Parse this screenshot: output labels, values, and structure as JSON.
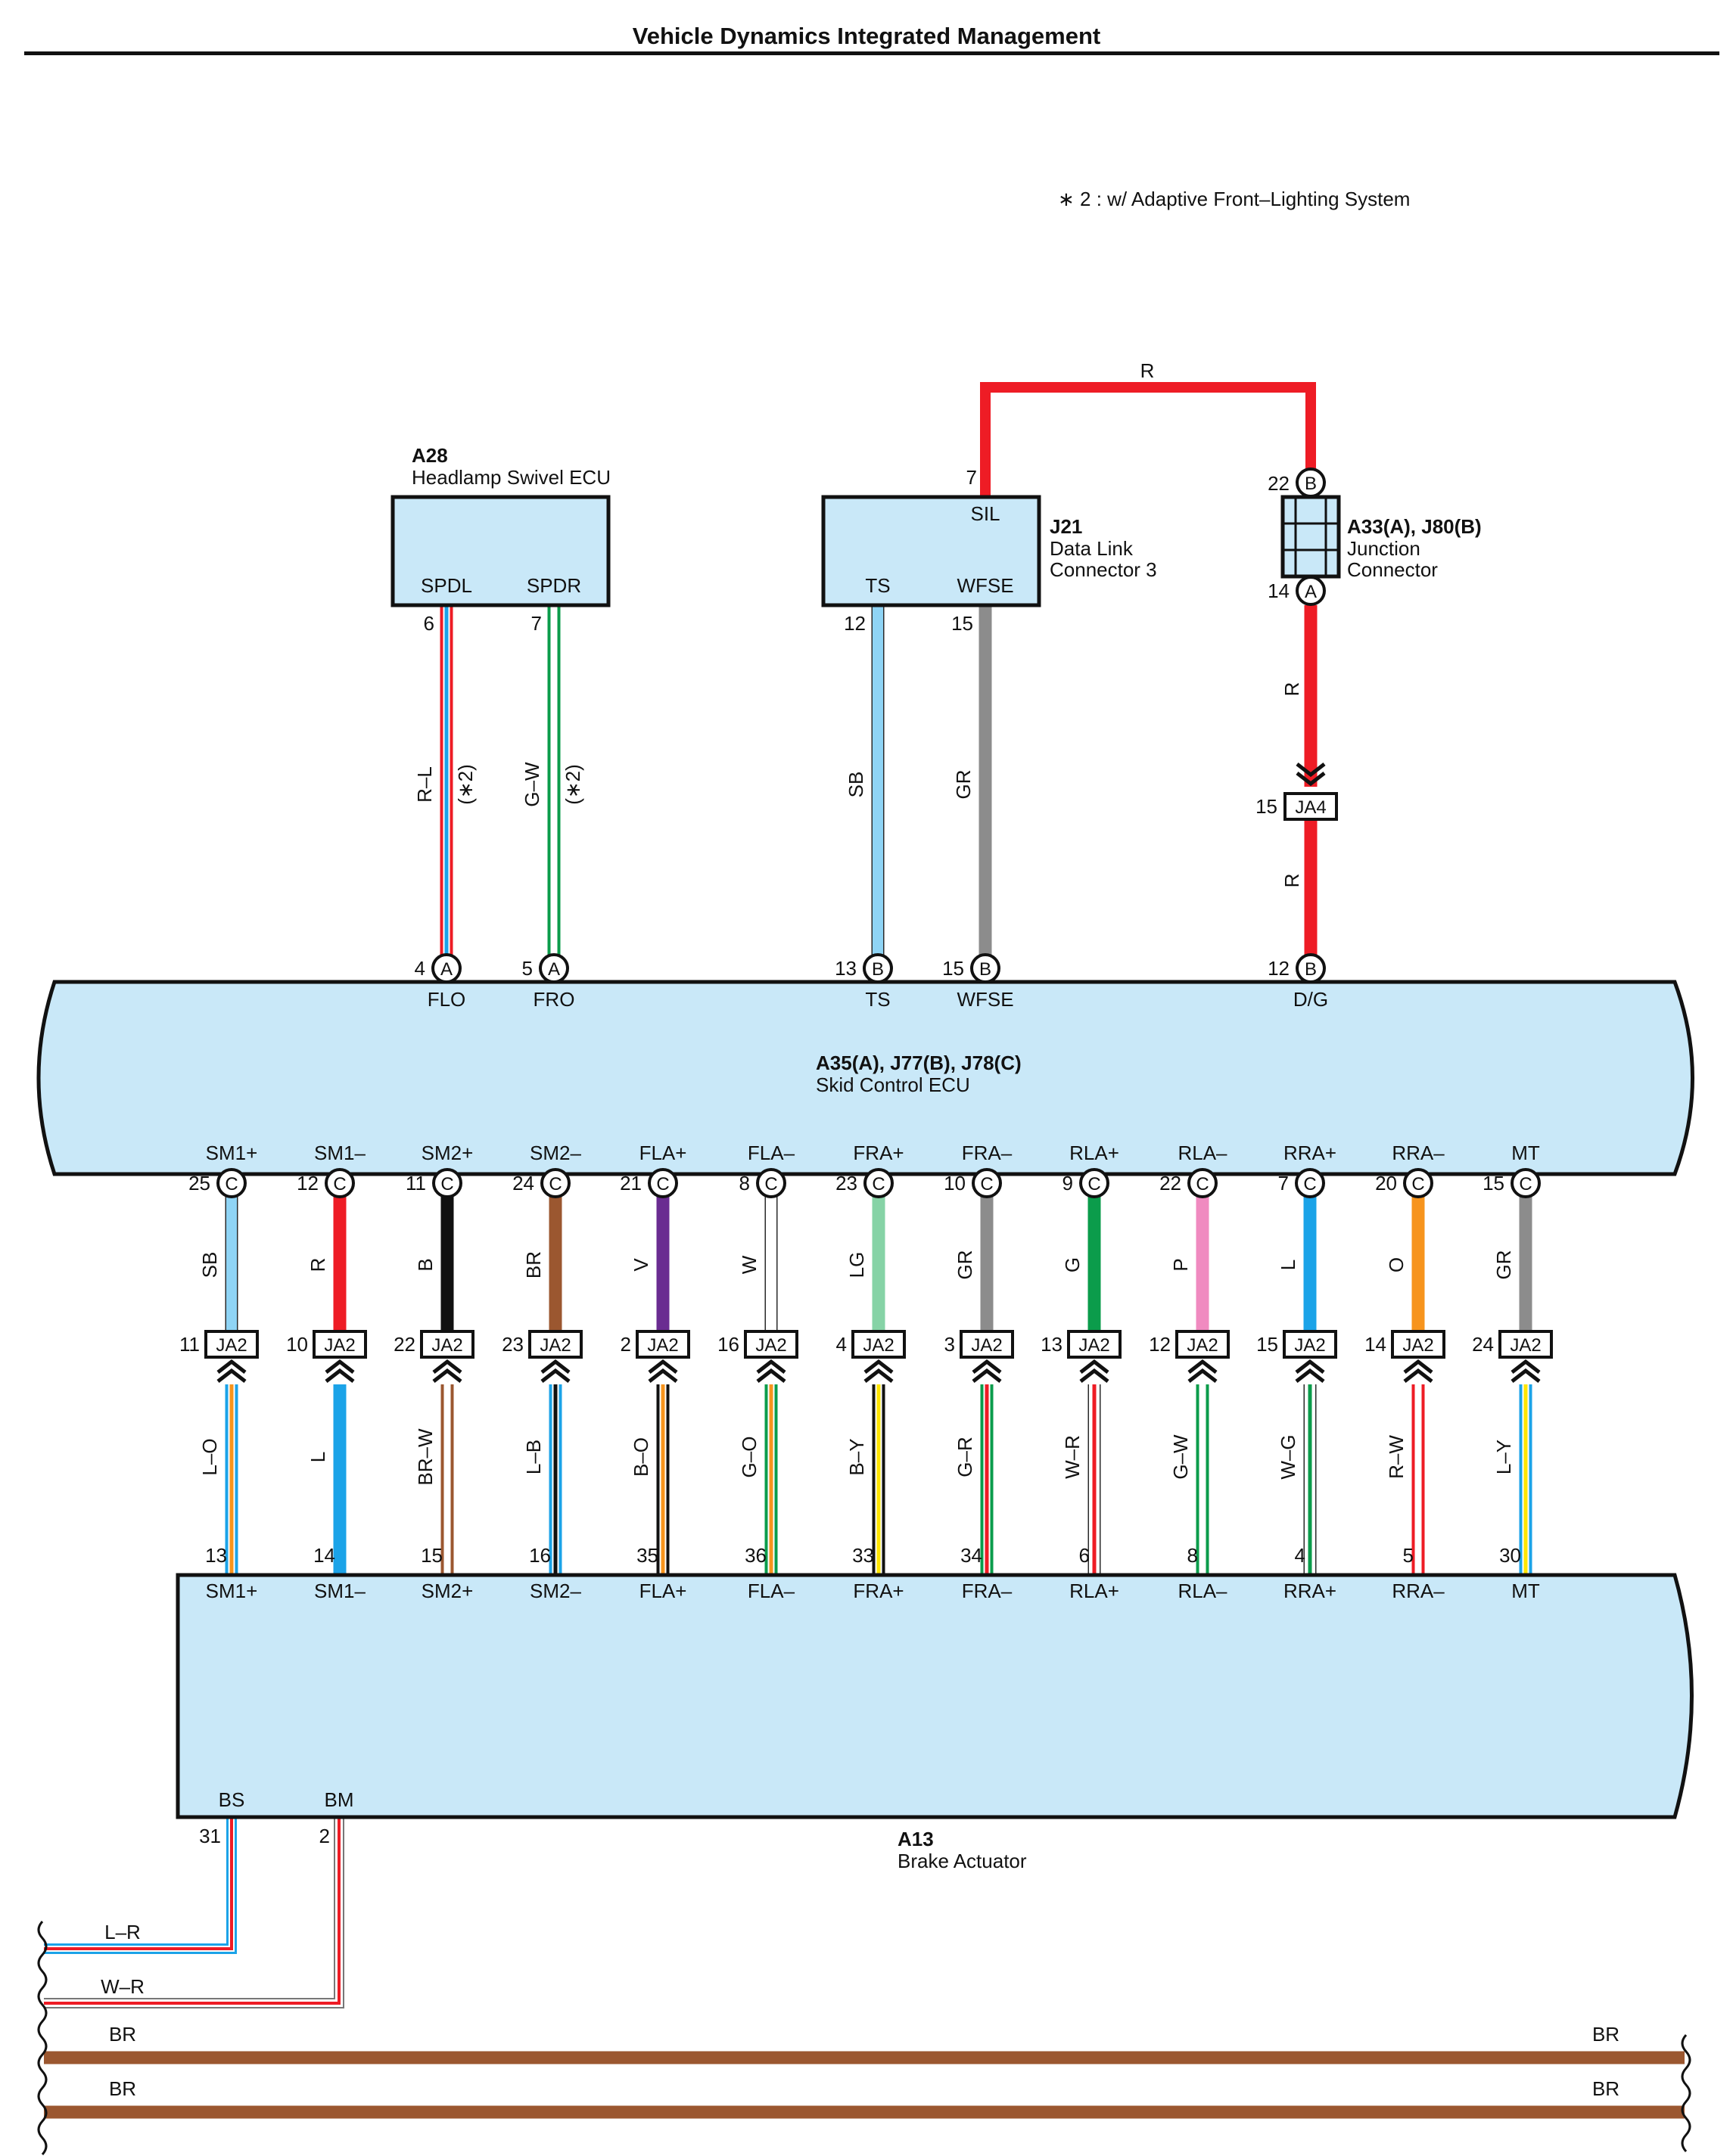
{
  "header": {
    "title": "Vehicle Dynamics Integrated Management"
  },
  "note": "∗ 2 : w/ Adaptive Front–Lighting System",
  "wire_colors": {
    "R": "#ee1c25",
    "L": "#1ba3e8",
    "SB": "#8fd4f5",
    "GR": "#8c8c8c",
    "B": "#111111",
    "BR": "#9b5730",
    "V": "#6a2c91",
    "W": "#ffffff",
    "LG": "#86d3a6",
    "G": "#0b9c4b",
    "P": "#f08ac0",
    "O": "#f7941d",
    "Y": "#ffe500"
  },
  "components": {
    "a28": {
      "code": "A28",
      "name": "Headlamp Swivel ECU",
      "pins": [
        "SPDL",
        "SPDR"
      ]
    },
    "j21": {
      "code": "J21",
      "name_line1": "Data Link",
      "name_line2": "Connector 3",
      "pins": [
        "SIL",
        "TS",
        "WFSE"
      ]
    },
    "a33": {
      "code": "A33(A), J80(B)",
      "name_line1": "Junction",
      "name_line2": "Connector"
    },
    "skid": {
      "code": "A35(A), J77(B), J78(C)",
      "name": "Skid Control ECU"
    },
    "a13": {
      "code": "A13",
      "name": "Brake Actuator"
    }
  },
  "top_wires": [
    {
      "color": "R–L",
      "label": "R–L",
      "note": "(∗2)",
      "top_pin": "6",
      "ecu_pin": "4",
      "ecu_conn": "A",
      "ecu_term": "FLO"
    },
    {
      "color": "G–W",
      "label": "G–W",
      "note": "(∗2)",
      "top_pin": "7",
      "ecu_pin": "5",
      "ecu_conn": "A",
      "ecu_term": "FRO"
    },
    {
      "color": "SB",
      "label": "SB",
      "top_pin": "12",
      "ecu_pin": "13",
      "ecu_conn": "B",
      "ecu_term": "TS"
    },
    {
      "color": "GR",
      "label": "GR",
      "top_pin": "15",
      "ecu_pin": "15",
      "ecu_conn": "B",
      "ecu_term": "WFSE"
    }
  ],
  "sil_wire": {
    "label": "R",
    "sil_pin": "7",
    "jc_top_pin": "22",
    "jc_top_conn": "B",
    "jc_bottom_pin": "14",
    "jc_bottom_conn": "A"
  },
  "dg_wire": {
    "label_upper": "R",
    "label_lower": "R",
    "ja4_pin": "15",
    "ja4": "JA4",
    "ecu_pin": "12",
    "ecu_conn": "B",
    "ecu_term": "D/G"
  },
  "bottom_wires": [
    {
      "term": "SM1+",
      "ecu_pin": "25",
      "upper_color": "SB",
      "ja2_pin": "11",
      "lower_color": "L–O",
      "act_pin": "13"
    },
    {
      "term": "SM1–",
      "ecu_pin": "12",
      "upper_color": "R",
      "ja2_pin": "10",
      "lower_color": "L",
      "act_pin": "14"
    },
    {
      "term": "SM2+",
      "ecu_pin": "11",
      "upper_color": "B",
      "ja2_pin": "22",
      "lower_color": "BR–W",
      "act_pin": "15"
    },
    {
      "term": "SM2–",
      "ecu_pin": "24",
      "upper_color": "BR",
      "ja2_pin": "23",
      "lower_color": "L–B",
      "act_pin": "16"
    },
    {
      "term": "FLA+",
      "ecu_pin": "21",
      "upper_color": "V",
      "ja2_pin": "2",
      "lower_color": "B–O",
      "act_pin": "35"
    },
    {
      "term": "FLA–",
      "ecu_pin": "8",
      "upper_color": "W",
      "ja2_pin": "16",
      "lower_color": "G–O",
      "act_pin": "36"
    },
    {
      "term": "FRA+",
      "ecu_pin": "23",
      "upper_color": "LG",
      "ja2_pin": "4",
      "lower_color": "B–Y",
      "act_pin": "33"
    },
    {
      "term": "FRA–",
      "ecu_pin": "10",
      "upper_color": "GR",
      "ja2_pin": "3",
      "lower_color": "G–R",
      "act_pin": "34"
    },
    {
      "term": "RLA+",
      "ecu_pin": "9",
      "upper_color": "G",
      "ja2_pin": "13",
      "lower_color": "W–R",
      "act_pin": "6"
    },
    {
      "term": "RLA–",
      "ecu_pin": "22",
      "upper_color": "P",
      "ja2_pin": "12",
      "lower_color": "G–W",
      "act_pin": "8"
    },
    {
      "term": "RRA+",
      "ecu_pin": "7",
      "upper_color": "L",
      "ja2_pin": "15",
      "lower_color": "W–G",
      "act_pin": "4"
    },
    {
      "term": "RRA–",
      "ecu_pin": "20",
      "upper_color": "O",
      "ja2_pin": "14",
      "lower_color": "R–W",
      "act_pin": "5"
    },
    {
      "term": "MT",
      "ecu_pin": "15",
      "upper_color": "GR",
      "ja2_pin": "24",
      "lower_color": "L–Y",
      "act_pin": "30"
    }
  ],
  "ecu_conn_c": "C",
  "ja2": "JA2",
  "actuator_bottom": [
    {
      "term": "BS",
      "pin": "31",
      "color": "L–R",
      "label": "L–R"
    },
    {
      "term": "BM",
      "pin": "2",
      "color": "W–R",
      "label": "W–R"
    }
  ],
  "br_lines": [
    {
      "label_left": "BR",
      "label_right": "BR"
    },
    {
      "label_left": "BR",
      "label_right": "BR"
    }
  ]
}
